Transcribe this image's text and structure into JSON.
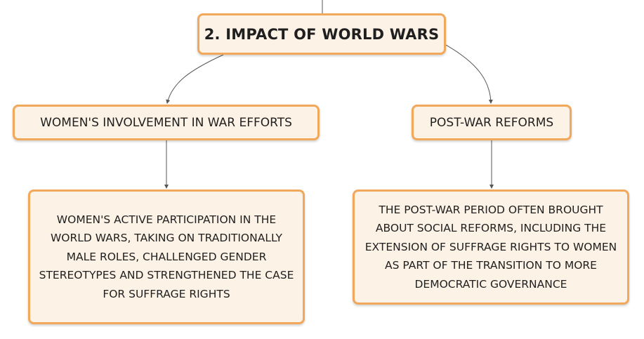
{
  "root": {
    "label": "2. IMPACT OF WORLD WARS"
  },
  "branches": [
    {
      "label": "WOMEN'S INVOLVEMENT IN WAR EFFORTS",
      "detail": "WOMEN'S ACTIVE PARTICIPATION IN THE WORLD WARS, TAKING ON TRADITIONALLY MALE ROLES, CHALLENGED GENDER STEREOTYPES AND STRENGTHENED THE CASE FOR SUFFRAGE RIGHTS"
    },
    {
      "label": "POST-WAR REFORMS",
      "detail": "THE POST-WAR PERIOD OFTEN BROUGHT ABOUT SOCIAL REFORMS, INCLUDING THE EXTENSION OF SUFFRAGE RIGHTS TO WOMEN AS PART OF THE TRANSITION TO MORE DEMOCRATIC GOVERNANCE"
    }
  ],
  "colors": {
    "node_fill": "#fdf2e6",
    "node_border": "#f2a85a",
    "connector": "#555555"
  }
}
